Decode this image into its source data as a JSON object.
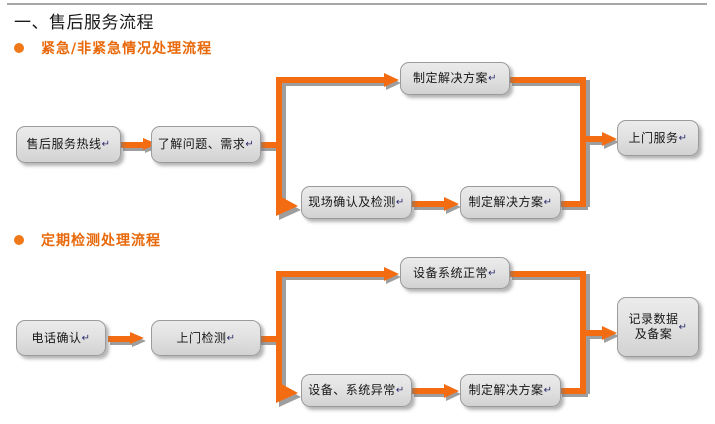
{
  "document": {
    "heading": "一、售后服务流程",
    "accent_color": "#F36C11",
    "bullet_color": "#F07818",
    "node_fill": "#e2e2e2",
    "node_border": "#9b9b9b"
  },
  "sections": [
    {
      "id": "emergency",
      "bullet_label": "紧急/非紧急情况处理流程",
      "nodes": {
        "start": "售后服务热线",
        "understand": "了解问题、需求",
        "plan_top": "制定解决方案",
        "onsite_check": "现场确认及检测",
        "plan_bottom": "制定解决方案",
        "end": "上门服务"
      }
    },
    {
      "id": "periodic",
      "bullet_label": "定期检测处理流程",
      "nodes": {
        "start": "电话确认",
        "inspect": "上门检测",
        "normal": "设备系统正常",
        "abnormal": "设备、系统异常",
        "plan": "制定解决方案",
        "end": "记录数据\n及备案"
      }
    }
  ],
  "icons": {
    "bullet": "bullet-dot",
    "arrow": "arrow-right",
    "pilcrow": "↵"
  }
}
